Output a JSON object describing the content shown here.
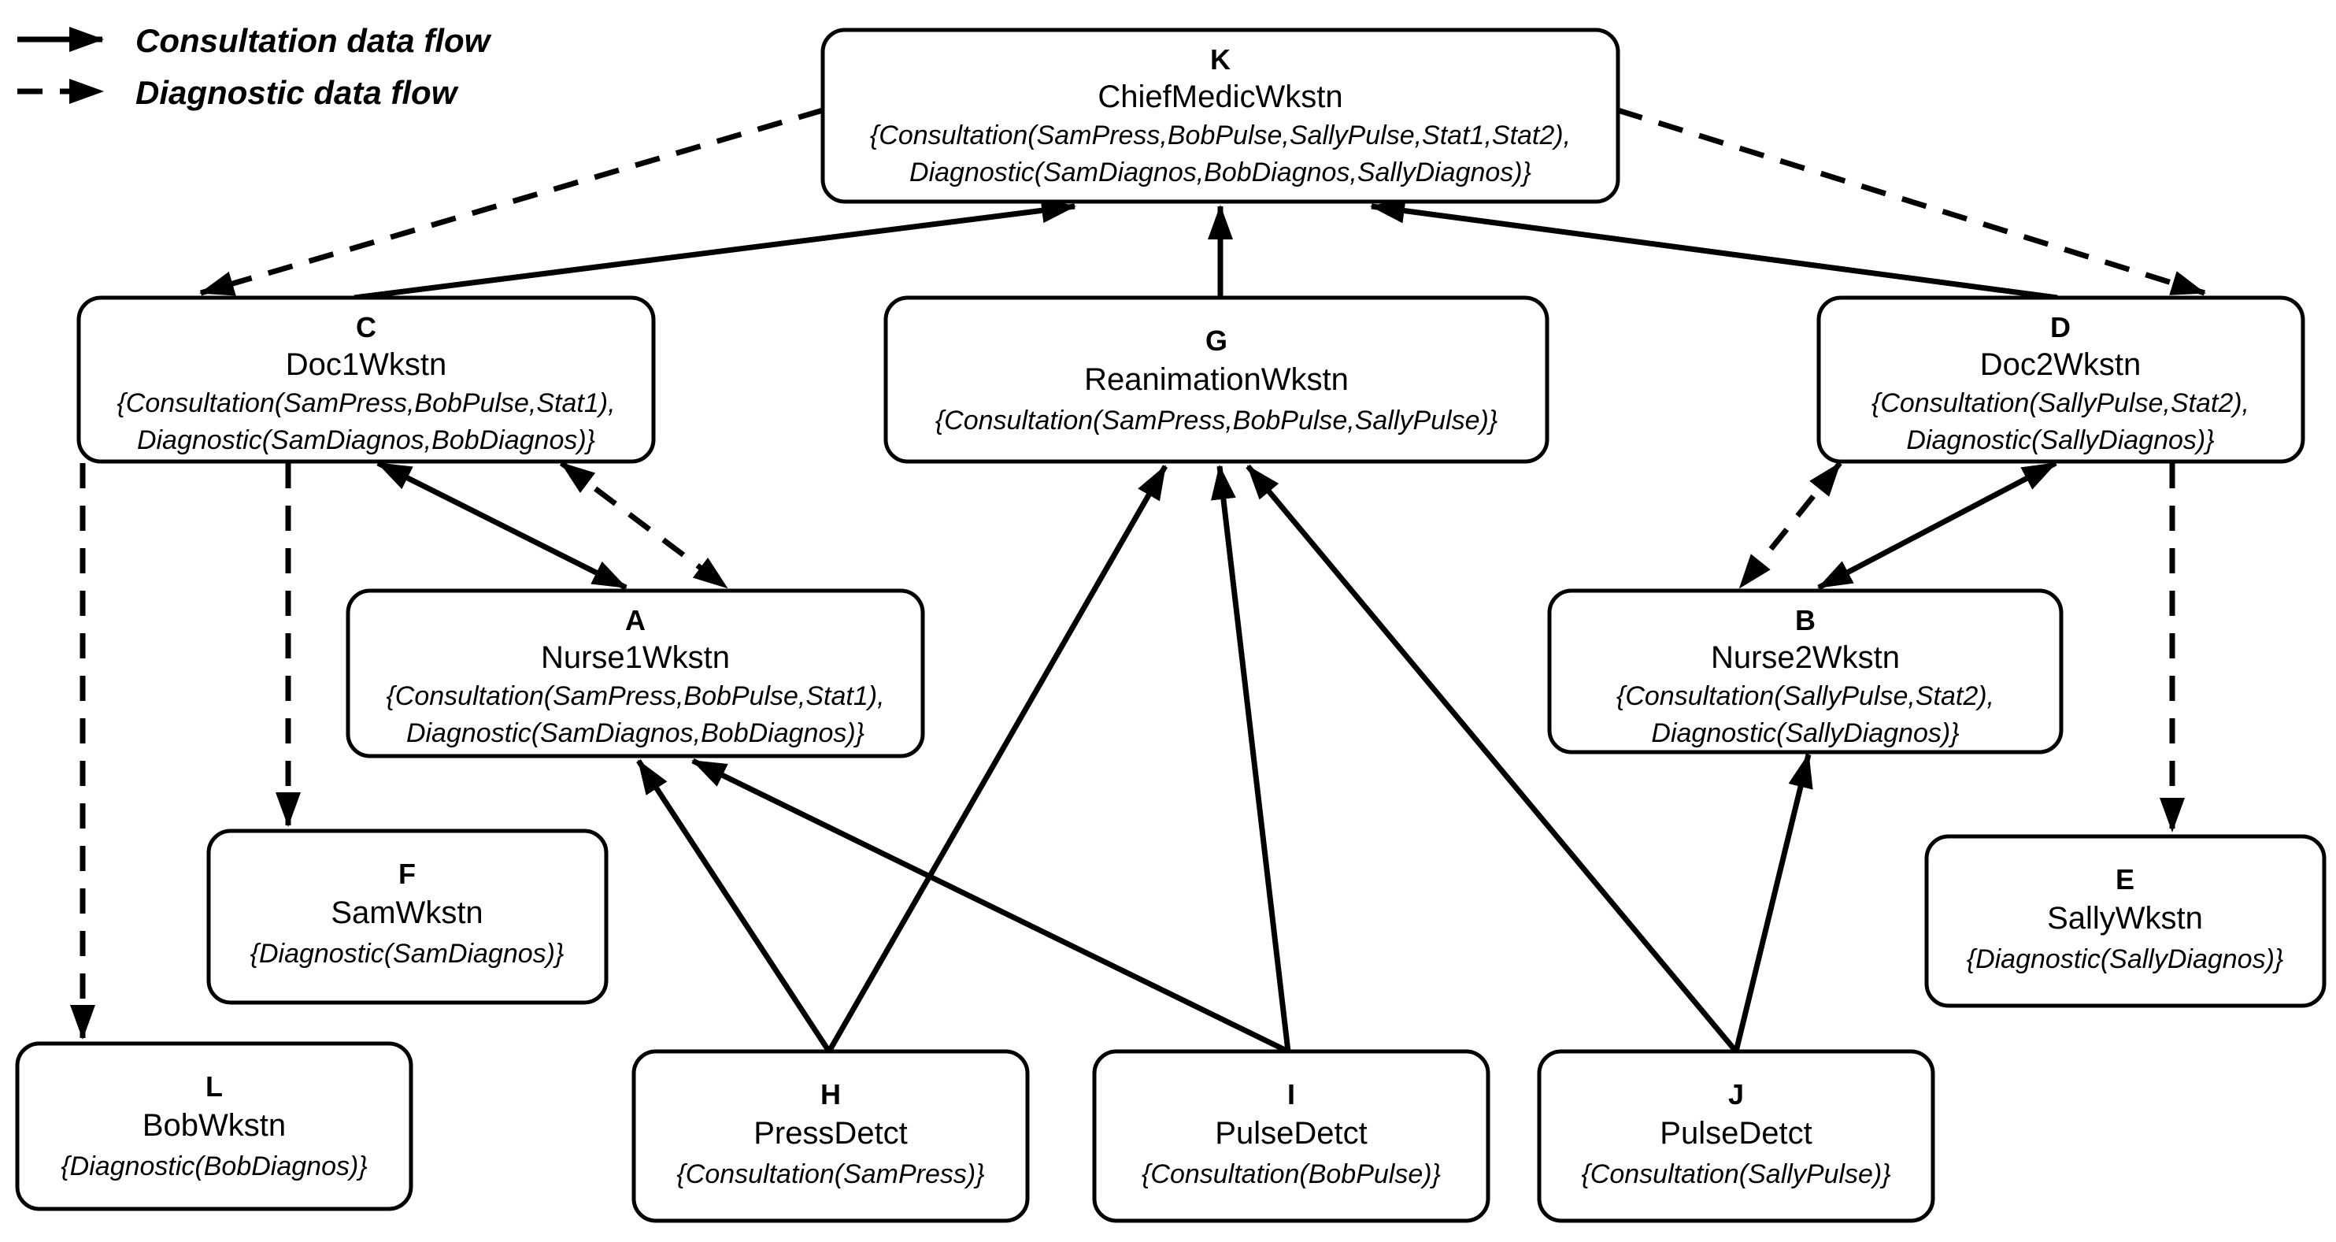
{
  "title": "Medical workstation data-flow diagram",
  "colors": {
    "ink": "#000000",
    "background": "#ffffff",
    "node_fill": "#ffffff"
  },
  "legend": {
    "items": [
      {
        "style": "solid",
        "label": "Consultation data flow"
      },
      {
        "style": "dashed",
        "label": "Diagnostic data flow"
      }
    ]
  },
  "nodes": {
    "K": {
      "letter": "K",
      "name": "ChiefMedicWkstn",
      "lines": [
        "{Consultation(SamPress,BobPulse,SallyPulse,Stat1,Stat2),",
        "Diagnostic(SamDiagnos,BobDiagnos,SallyDiagnos)}"
      ]
    },
    "C": {
      "letter": "C",
      "name": "Doc1Wkstn",
      "lines": [
        "{Consultation(SamPress,BobPulse,Stat1),",
        "Diagnostic(SamDiagnos,BobDiagnos)}"
      ]
    },
    "G": {
      "letter": "G",
      "name": "ReanimationWkstn",
      "lines": [
        "{Consultation(SamPress,BobPulse,SallyPulse)}"
      ]
    },
    "D": {
      "letter": "D",
      "name": "Doc2Wkstn",
      "lines": [
        "{Consultation(SallyPulse,Stat2),",
        "Diagnostic(SallyDiagnos)}"
      ]
    },
    "A": {
      "letter": "A",
      "name": "Nurse1Wkstn",
      "lines": [
        "{Consultation(SamPress,BobPulse,Stat1),",
        "Diagnostic(SamDiagnos,BobDiagnos)}"
      ]
    },
    "B": {
      "letter": "B",
      "name": "Nurse2Wkstn",
      "lines": [
        "{Consultation(SallyPulse,Stat2),",
        "Diagnostic(SallyDiagnos)}"
      ]
    },
    "F": {
      "letter": "F",
      "name": "SamWkstn",
      "lines": [
        "{Diagnostic(SamDiagnos)}"
      ]
    },
    "E": {
      "letter": "E",
      "name": "SallyWkstn",
      "lines": [
        "{Diagnostic(SallyDiagnos)}"
      ]
    },
    "L": {
      "letter": "L",
      "name": "BobWkstn",
      "lines": [
        "{Diagnostic(BobDiagnos)}"
      ]
    },
    "H": {
      "letter": "H",
      "name": "PressDetct",
      "lines": [
        "{Consultation(SamPress)}"
      ]
    },
    "I": {
      "letter": "I",
      "name": "PulseDetct",
      "lines": [
        "{Consultation(BobPulse)}"
      ]
    },
    "J": {
      "letter": "J",
      "name": "PulseDetct",
      "lines": [
        "{Consultation(SallyPulse)}"
      ]
    }
  },
  "flows": [
    {
      "from": "C",
      "to": "K",
      "type": "consultation",
      "bidirectional": false
    },
    {
      "from": "G",
      "to": "K",
      "type": "consultation",
      "bidirectional": false
    },
    {
      "from": "D",
      "to": "K",
      "type": "consultation",
      "bidirectional": false
    },
    {
      "from": "A",
      "to": "C",
      "type": "consultation",
      "bidirectional": true
    },
    {
      "from": "B",
      "to": "D",
      "type": "consultation",
      "bidirectional": true
    },
    {
      "from": "H",
      "to": "A",
      "type": "consultation",
      "bidirectional": false
    },
    {
      "from": "H",
      "to": "G",
      "type": "consultation",
      "bidirectional": false
    },
    {
      "from": "I",
      "to": "A",
      "type": "consultation",
      "bidirectional": false
    },
    {
      "from": "I",
      "to": "G",
      "type": "consultation",
      "bidirectional": false
    },
    {
      "from": "J",
      "to": "G",
      "type": "consultation",
      "bidirectional": false
    },
    {
      "from": "J",
      "to": "B",
      "type": "consultation",
      "bidirectional": false
    },
    {
      "from": "K",
      "to": "C",
      "type": "diagnostic",
      "bidirectional": false
    },
    {
      "from": "K",
      "to": "D",
      "type": "diagnostic",
      "bidirectional": false
    },
    {
      "from": "C",
      "to": "A",
      "type": "diagnostic",
      "bidirectional": true
    },
    {
      "from": "D",
      "to": "B",
      "type": "diagnostic",
      "bidirectional": true
    },
    {
      "from": "C",
      "to": "F",
      "type": "diagnostic",
      "bidirectional": false
    },
    {
      "from": "C",
      "to": "L",
      "type": "diagnostic",
      "bidirectional": false
    },
    {
      "from": "D",
      "to": "E",
      "type": "diagnostic",
      "bidirectional": false
    }
  ]
}
